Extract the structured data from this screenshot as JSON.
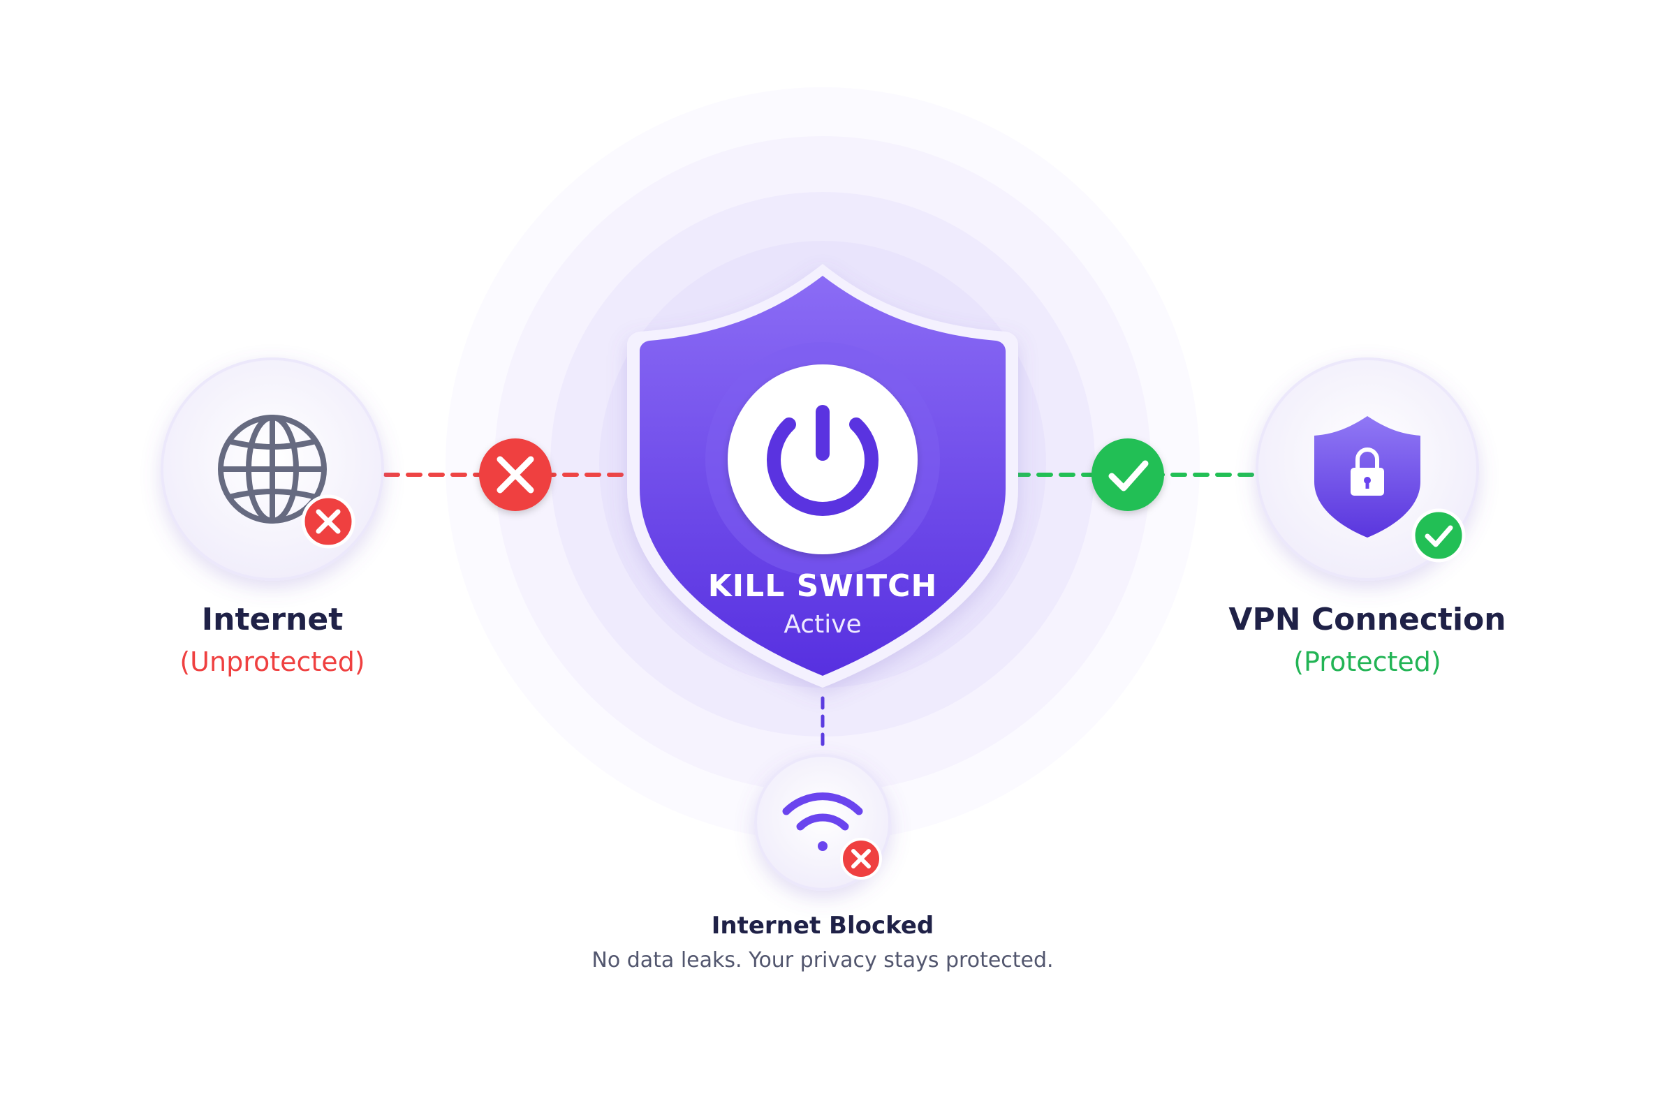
{
  "center": {
    "title": "KILL SWITCH",
    "status": "Active",
    "icon": "power-icon"
  },
  "left_node": {
    "title": "Internet",
    "status": "(Unprotected)",
    "icon": "globe-icon",
    "badge_icon": "x-icon"
  },
  "right_node": {
    "title": "VPN Connection",
    "status": "(Protected)",
    "icon": "shield-lock-icon",
    "badge_icon": "check-icon"
  },
  "bottom_node": {
    "title": "Internet Blocked",
    "subtitle": "No data leaks. Your privacy stays protected.",
    "icon": "wifi-icon",
    "badge_icon": "x-icon"
  },
  "colors": {
    "accent": "#6a44ee",
    "danger": "#ee4444",
    "success": "#22bf55",
    "text": "#1f2147"
  }
}
